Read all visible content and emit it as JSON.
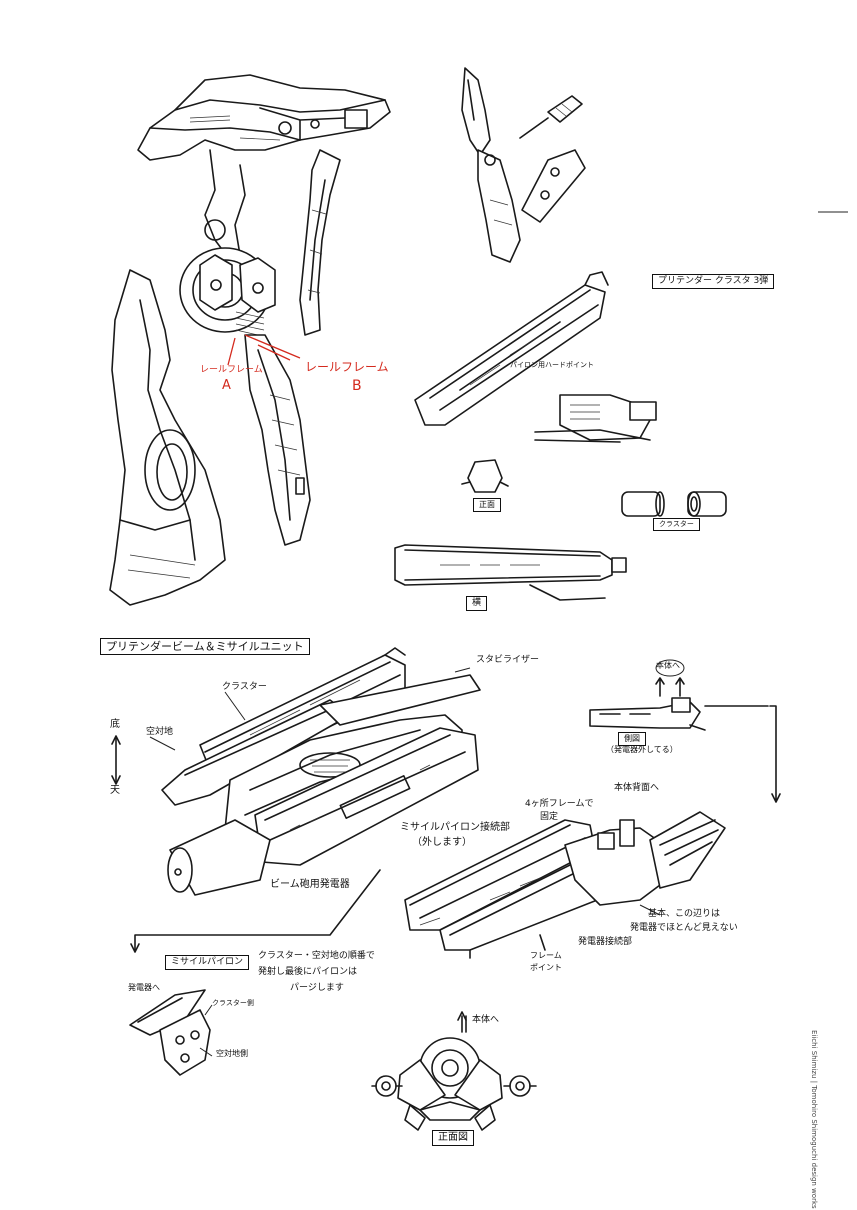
{
  "labels": {
    "cluster_3": "プリテンダー クラスタ 3弾",
    "pylon_hardpoint": "パイロン用ハードポイント",
    "front_small": "正面",
    "side": "横",
    "cluster_small": "クラスター",
    "rail_a_text": "レールフレーム",
    "rail_a_letter": "A",
    "rail_b_text": "レールフレーム",
    "rail_b_letter": "B",
    "beam_missile_unit": "プリテンダービーム＆ミサイルユニット",
    "cluster": "クラスター",
    "stabilizer": "スタビライザー",
    "air_to_ground": "空対地",
    "up": "底",
    "down": "天",
    "pylon_joint": "ミサイルパイロン接続部",
    "pylon_joint_note": "（外します）",
    "beam_generator": "ビーム砲用発電器",
    "to_body_top": "本体へ",
    "side_view": "側図",
    "side_view_note": "（発電器外してる）",
    "frame_4_fix_1": "4ヶ所フレームで",
    "frame_4_fix_2": "固定",
    "to_body_back": "本体背面へ",
    "basically_1": "基本、この辺りは",
    "basically_2": "発電器でほとんど見えない",
    "generator_joint": "発電器接続部",
    "frame_point_1": "フレーム",
    "frame_point_2": "ポイント",
    "missile_pylon": "ミサイルパイロン",
    "cluster_note_1": "クラスター・空対地の順番で",
    "cluster_note_2": "発射し最後にパイロンは",
    "cluster_note_3": "パージします",
    "to_generator": "発電器へ",
    "cluster_side": "クラスター側",
    "air_to_ground_side": "空対地側",
    "to_body_front": "本体へ",
    "front_view": "正面図",
    "credit": "Eiichi Shimizu | Tomohiro Shimoguchi design works"
  }
}
